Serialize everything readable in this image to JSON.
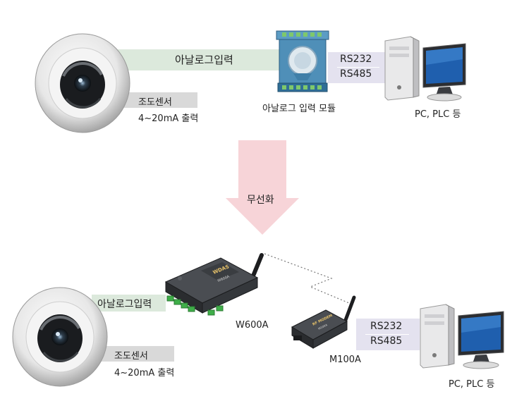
{
  "top": {
    "analog_label": "아날로그입력",
    "sensor_name": "조도센서",
    "sensor_output": "4~20mA 출력",
    "rs232": "RS232",
    "rs485": "RS485",
    "module_label": "아날로그 입력 모듈",
    "pc_label": "PC, PLC 등"
  },
  "middle": {
    "arrow_label": "무선화"
  },
  "bottom": {
    "analog_label": "아날로그입력",
    "sensor_name": "조도센서",
    "sensor_output": "4~20mA 출력",
    "w600a_label": "W600A",
    "wdas_brand": "WDAS",
    "w600a_model": "W600A",
    "m100a_label": "M100A",
    "modem_brand": "RF MODEM",
    "modem_model": "M100A",
    "rs232": "RS232",
    "rs485": "RS485",
    "pc_label": "PC, PLC 등"
  },
  "colors": {
    "analog_band": "#dce9dc",
    "sensor_band": "#d9d9d9",
    "serial_band": "#e4e2ef",
    "arrow": "#f7d4d8",
    "module_body": "#4f8fb8",
    "device_body": "#2e3033",
    "terminal_green": "#3fae49",
    "monitor_screen": "#1f5fae"
  }
}
